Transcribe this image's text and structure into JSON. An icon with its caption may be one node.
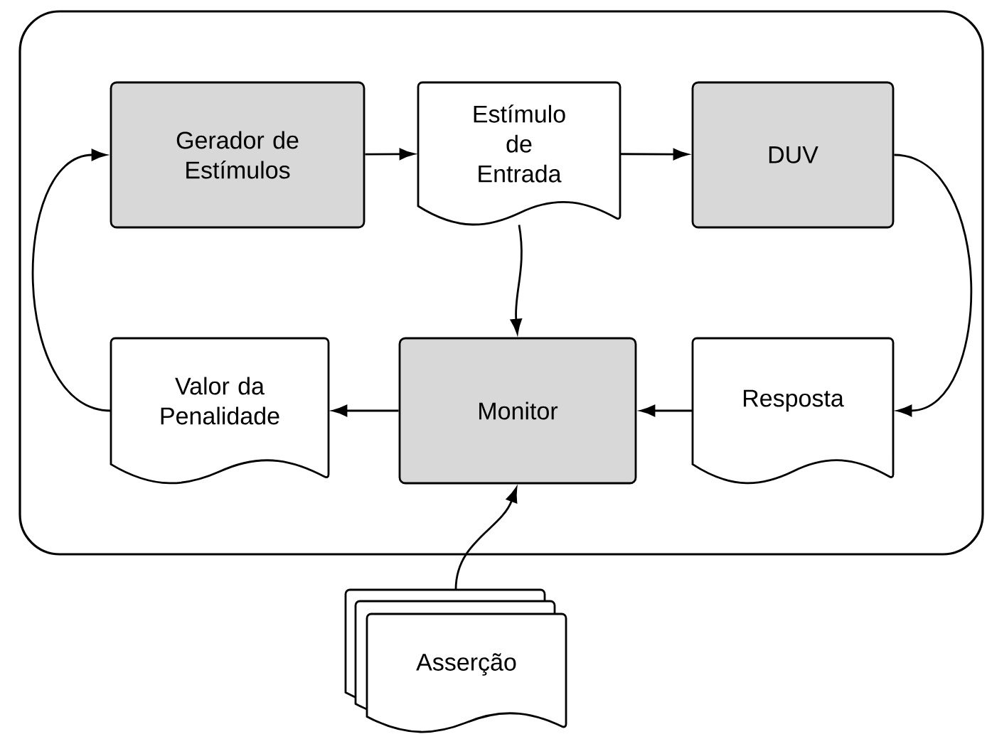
{
  "diagram": {
    "nodes": [
      {
        "text": [],
        "shape": "box"
      },
      {
        "text": [
          "Gerador de Estímulos"
        ],
        "in": 0
      },
      {
        "text": [
          "Estímulo de Entrada"
        ],
        "in": 0
      },
      {
        "text": [
          "DUV"
        ],
        "in": 0
      },
      {
        "text": [
          "Valor da Penalidade"
        ],
        "in": 0
      },
      {
        "text": [
          "Monitor"
        ],
        "in": 0
      },
      {
        "text": [
          "Resposta"
        ],
        "in": 0
      },
      {
        "text": [
          "Asserção"
        ]
      }
    ],
    "edges": [
      {
        "from": 1,
        "to": 2,
        "arrow": "to"
      },
      {
        "from": 2,
        "to": 3,
        "arrow": "to"
      },
      {
        "from": 3,
        "to": 6,
        "arrow": "to"
      },
      {
        "from": 6,
        "to": 5,
        "arrow": "to"
      },
      {
        "from": 5,
        "to": 4,
        "arrow": "to"
      },
      {
        "from": 4,
        "to": 1,
        "arrow": "to"
      },
      {
        "from": 2,
        "to": 5,
        "arrow": "to"
      },
      {
        "from": 7,
        "to": 5,
        "arrow": "to"
      }
    ]
  }
}
